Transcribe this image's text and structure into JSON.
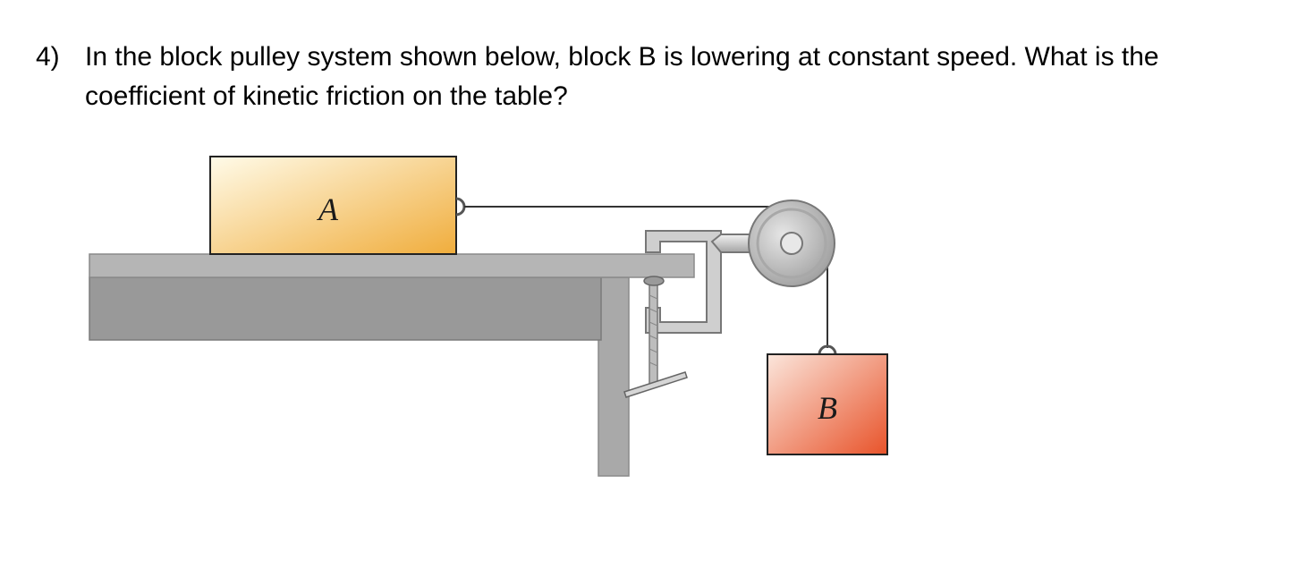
{
  "question": {
    "number": "4)",
    "text": "In the block pulley system shown below, block B is lowering at constant speed.  What is the coefficient of kinetic friction on the table?"
  },
  "figure": {
    "block_a_label": "A",
    "block_b_label": "B",
    "colors": {
      "block_a_light": "#fffbe9",
      "block_a_dark": "#f0ad3c",
      "block_b_light": "#fbe6dc",
      "block_b_dark": "#e8532a",
      "table_top": "#b5b5b5",
      "table_front": "#999999",
      "leg": "#a9a9a9",
      "clamp": "#cfcfcf",
      "pulley": "#c8c8c8",
      "string": "#333333"
    }
  }
}
